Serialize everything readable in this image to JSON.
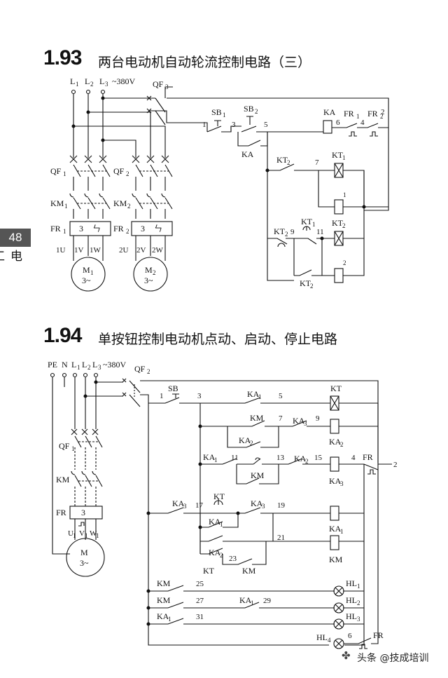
{
  "sections": [
    {
      "number": "1.93",
      "title": "两台电动机自动轮流控制电路（三）"
    },
    {
      "number": "1.94",
      "title": "单按钮控制电动机点动、启动、停止电路"
    }
  ],
  "sidebar": {
    "page": "48",
    "book": "电工常用电路图集"
  },
  "watermark": {
    "text": "头条 @技成培训"
  },
  "d1": {
    "L1": "L",
    "L2": "L",
    "L3": "L",
    "s1": "1",
    "s2": "2",
    "s3": "3",
    "voltage": "~380V",
    "QF3": "QF",
    "QF1": "QF",
    "QF2": "QF",
    "KM1": "KM",
    "KM2": "KM",
    "FR1": "FR",
    "FR2": "FR",
    "three": "3",
    "thermal": "ㄣ",
    "U1": "1U",
    "V1": "1V",
    "W1": "1W",
    "U2": "2U",
    "V2": "2V",
    "W2": "2W",
    "M": "M",
    "ac": "3~",
    "SB1": "SB",
    "SB2": "SB",
    "KA": "KA",
    "KT": "KT",
    "FR": "FR",
    "n1": "1",
    "n2": "2",
    "n3": "3",
    "n4": "4",
    "n5": "5",
    "n6": "6",
    "n7": "7",
    "n9": "9",
    "n11": "11"
  },
  "d2": {
    "PE": "PE",
    "N": "N",
    "L1": "L",
    "L2": "L",
    "L3": "L",
    "voltage": "~380V",
    "QF2": "QF",
    "QF1": "QF",
    "KM": "KM",
    "FR": "FR",
    "three": "3",
    "U": "U",
    "V": "V",
    "W": "W",
    "M": "M",
    "ac": "3~",
    "SB": "SB",
    "KA1": "KA",
    "KA2": "KA",
    "KA3": "KA",
    "KT": "KT",
    "HL1": "HL",
    "HL2": "HL",
    "HL3": "HL",
    "HL4": "HL",
    "n1": "1",
    "n2": "2",
    "n3": "3",
    "n4": "4",
    "n5": "5",
    "n6": "6",
    "n7": "7",
    "n9": "9",
    "n11": "11",
    "n13": "13",
    "n15": "15",
    "n17": "17",
    "n19": "19",
    "n21": "21",
    "n23": "23",
    "n25": "25",
    "n27": "27",
    "n29": "29",
    "n31": "31"
  }
}
